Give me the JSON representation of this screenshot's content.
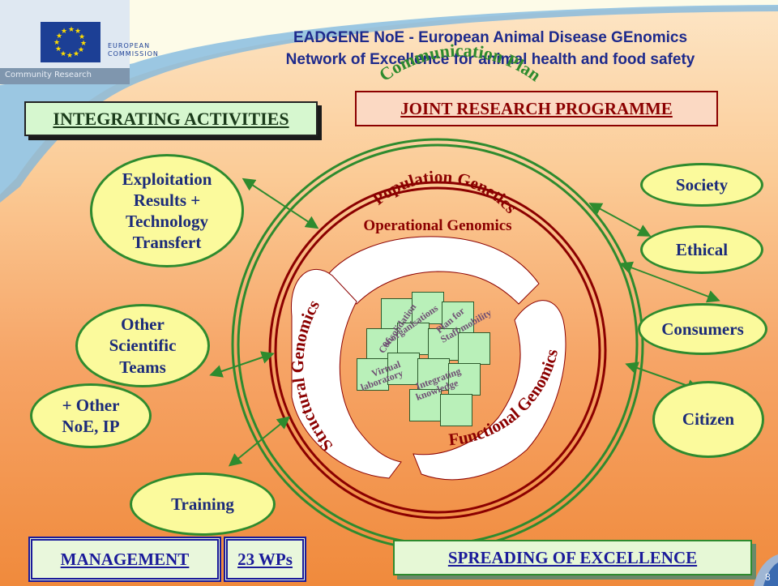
{
  "header": {
    "logo_label": "EUROPEAN\nCOMMISSION",
    "logo_sub": "Community Research",
    "title_line1": "EADGENE NoE - European Animal Disease GEnomics",
    "title_line2": "Network of Excellence for animal health and food safety"
  },
  "boxes": {
    "integrating": "INTEGRATING ACTIVITIES",
    "joint_research": "JOINT RESEARCH PROGRAMME",
    "management": "MANAGEMENT",
    "wps": "23 WPs",
    "spreading": "SPREADING OF EXCELLENCE"
  },
  "rings": {
    "communication": "Communication Plan",
    "operational": "Operational Genomics",
    "population": "Population Genetics",
    "structural": "Structural Genomics",
    "functional": "Functional Genomics"
  },
  "inner": {
    "consolidation": "Consolidation",
    "organisations": "of organisations",
    "plan_for": "Plan for",
    "staff_mobility": "Staff mobility",
    "virtual": "Virtual",
    "laboratory": "laboratory",
    "integrating": "Integrating",
    "knowledge": "knowledge"
  },
  "left_bubbles": {
    "exploitation": "Exploitation\nResults +\nTechnology\nTransfert",
    "other_teams": "Other\nScientific\nTeams",
    "other_noe": "+ Other\nNoE, IP",
    "training": "Training"
  },
  "right_bubbles": {
    "society": "Society",
    "ethical": "Ethical",
    "consumers": "Consumers",
    "citizen": "Citizen"
  },
  "page_number": "8",
  "colors": {
    "title_blue": "#1e2a8c",
    "dark_red": "#8b0000",
    "green": "#2e8b2e",
    "bubble_fill": "#fbfa9c"
  }
}
